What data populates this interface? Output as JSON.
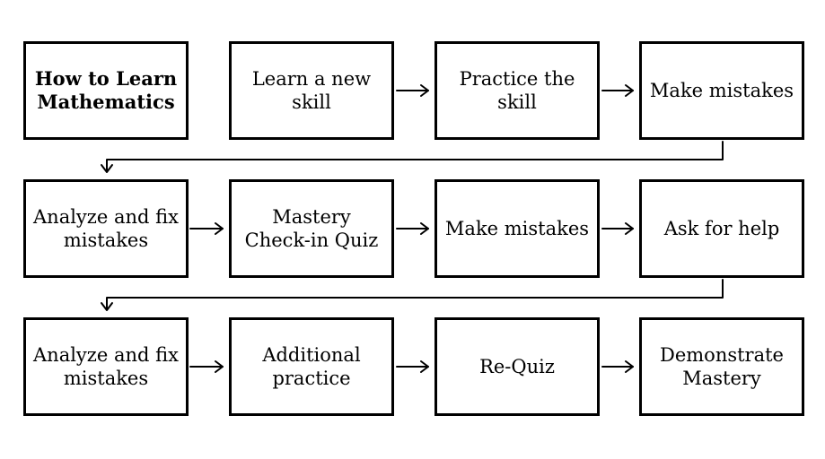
{
  "diagram": {
    "title": "How to Learn Mathematics",
    "rows": [
      [
        "Learn a new skill",
        "Practice the skill",
        "Make mistakes"
      ],
      [
        "Analyze and fix mistakes",
        "Mastery Check-in Quiz",
        "Make mistakes",
        "Ask for help"
      ],
      [
        "Analyze and fix mistakes",
        "Additional practice",
        "Re-Quiz",
        "Demonstrate Mastery"
      ]
    ]
  }
}
